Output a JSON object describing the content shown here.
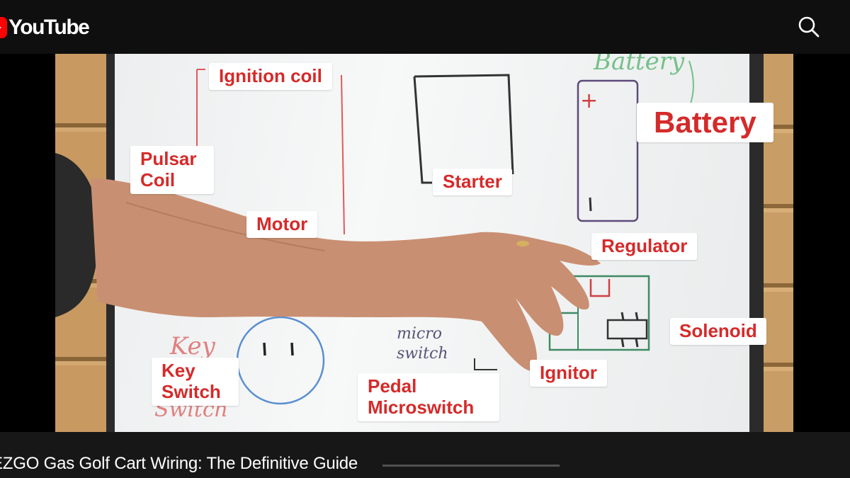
{
  "header": {
    "logo_text": "YouTube",
    "logo_color": "#ff0000",
    "search_icon": "search-icon"
  },
  "video": {
    "labels": {
      "ignition_coil": "Ignition coil",
      "battery": "Battery",
      "pulsar_coil": "Pulsar Coil",
      "starter": "Starter",
      "motor": "Motor",
      "regulator": "Regulator",
      "solenoid": "Solenoid",
      "ignitor": "Ignitor",
      "key_switch": "Key Switch",
      "pedal_microswitch": "Pedal Microswitch"
    },
    "handwriting": {
      "battery": "Battery",
      "plus": "+",
      "key": "Key",
      "switch": "Switch",
      "micro": "micro",
      "switch_small": "switch"
    },
    "label_color": "#d52a2a"
  },
  "footer": {
    "title": "EZGO Gas Golf Cart Wiring: The Definitive Guide"
  }
}
